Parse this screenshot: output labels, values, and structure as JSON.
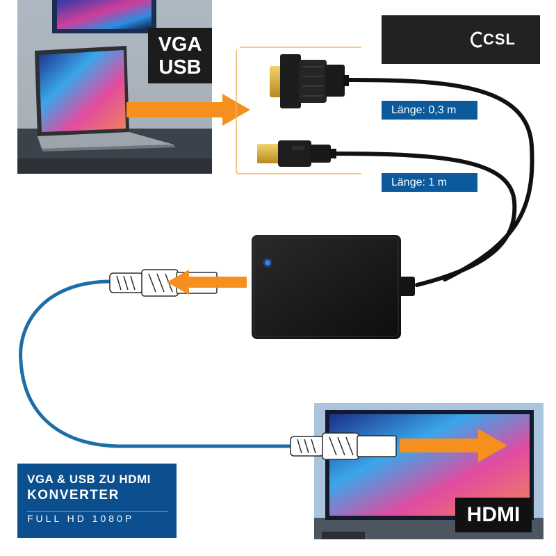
{
  "labels": {
    "input_label_line1": "VGA",
    "input_label_line2": "USB",
    "output_label": "HDMI",
    "brand": "CSL",
    "length_vga": "Länge: 0,3 m",
    "length_usb": "Länge: 1 m"
  },
  "title": {
    "line1": "VGA & USB ZU HDMI",
    "line2": "KONVERTER",
    "line3": "FULL HD 1080P"
  },
  "icons": [
    "laptop-illustration",
    "vga-connector",
    "usb-connector",
    "converter-box",
    "hdmi-connector",
    "monitor-illustration",
    "arrow-icon"
  ],
  "colors": {
    "accent_orange": "#f5901e",
    "brand_blue": "#0c4f8f",
    "tag_blue": "#0b5a9c",
    "cable_blue": "#1d6ea6",
    "dark_label": "#1c1c1c",
    "led_blue": "#3b7dff"
  }
}
